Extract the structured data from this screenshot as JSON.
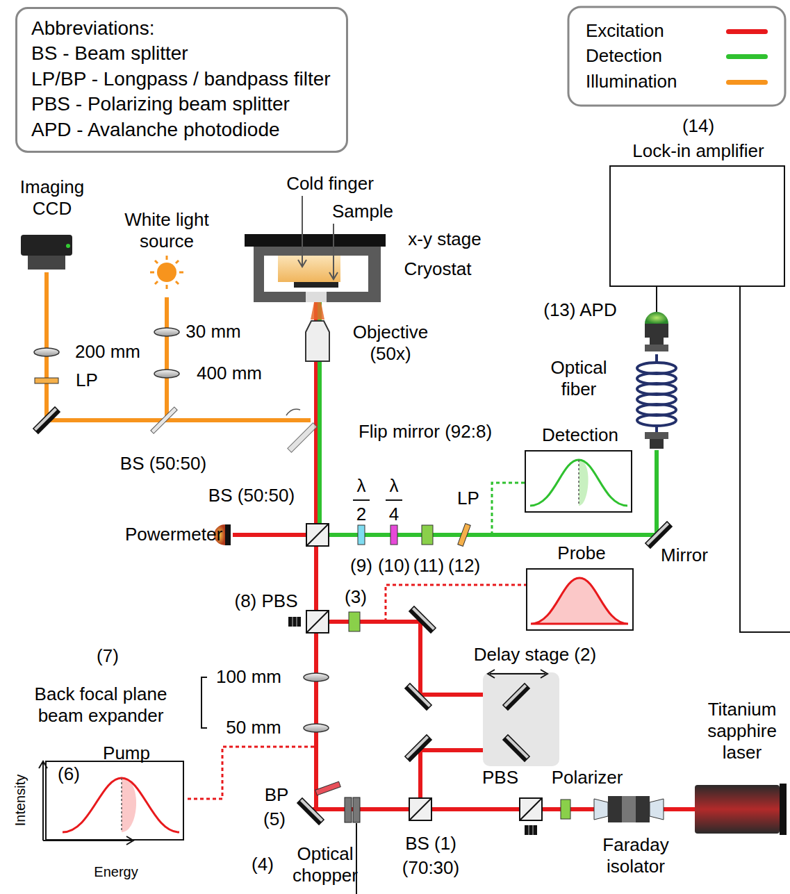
{
  "diagram": {
    "nodes": [
      {
        "text": [
          "Abbreviations:",
          "BS - Beam splitter",
          "LP/BP - Longpass / bandpass filter",
          "PBS - Polarizing beam splitter",
          "APD - Avalanche photodiode"
        ]
      },
      {
        "text": [
          "(14)",
          "Lock-in amplifier"
        ]
      },
      {
        "text": [
          "Detection"
        ]
      },
      {
        "text": [
          "Probe"
        ]
      },
      {
        "text": [
          "Pump",
          "(6)",
          "Intensity",
          "Energy"
        ]
      }
    ],
    "labels": [
      "Imaging CCD",
      "White light source",
      "Cold finger",
      "Sample",
      "x-y stage",
      "Cryostat",
      "30 mm",
      "400 mm",
      "200 mm",
      "LP",
      "Objective (50x)",
      "Flip mirror (92:8)",
      "BS (50:50)",
      "BS (50:50)",
      "Powermeter",
      "λ",
      "2",
      "λ",
      "4",
      "(9)",
      "(10)",
      "(11)",
      "(12)",
      "LP",
      "(13) APD",
      "Optical fiber",
      "Mirror",
      "(8) PBS",
      "(3)",
      "Delay stage (2)",
      "(7)",
      "Back focal plane beam expander",
      "100 mm",
      "50 mm",
      "BP",
      "(5)",
      "(4)",
      "Optical chopper",
      "BS (1)",
      "(70:30)",
      "PBS",
      "Polarizer",
      "Faraday isolator",
      "Titanium sapphire laser"
    ],
    "legend": [
      {
        "text": "Excitation",
        "color": "#e8191c"
      },
      {
        "text": "Detection",
        "color": "#2fc12f"
      },
      {
        "text": "Illumination",
        "color": "#f7941d"
      }
    ]
  }
}
